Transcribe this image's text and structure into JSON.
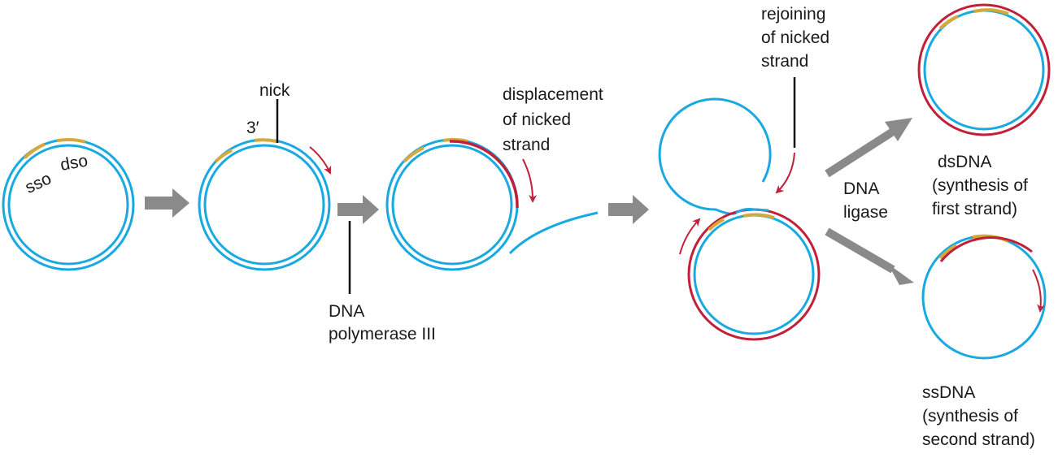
{
  "colors": {
    "strand": "#19a9e1",
    "new_strand": "#c1203a",
    "origin": "#d6a83a",
    "arrow": "#8a8a8a",
    "line": "#111111"
  },
  "labels": {
    "sso": "sso",
    "dso": "dso",
    "nick": "nick",
    "three_prime": "3′",
    "dna_pol": [
      "DNA",
      "polymerase III"
    ],
    "displacement": [
      "displacement",
      "of nicked",
      "strand"
    ],
    "rejoining": [
      "rejoining",
      "of nicked",
      "strand"
    ],
    "ligase": [
      "DNA",
      "ligase"
    ],
    "dsdna": [
      "dsDNA",
      "(synthesis of",
      "first strand)"
    ],
    "ssdna": [
      "ssDNA",
      "(synthesis of",
      "second strand)"
    ]
  }
}
